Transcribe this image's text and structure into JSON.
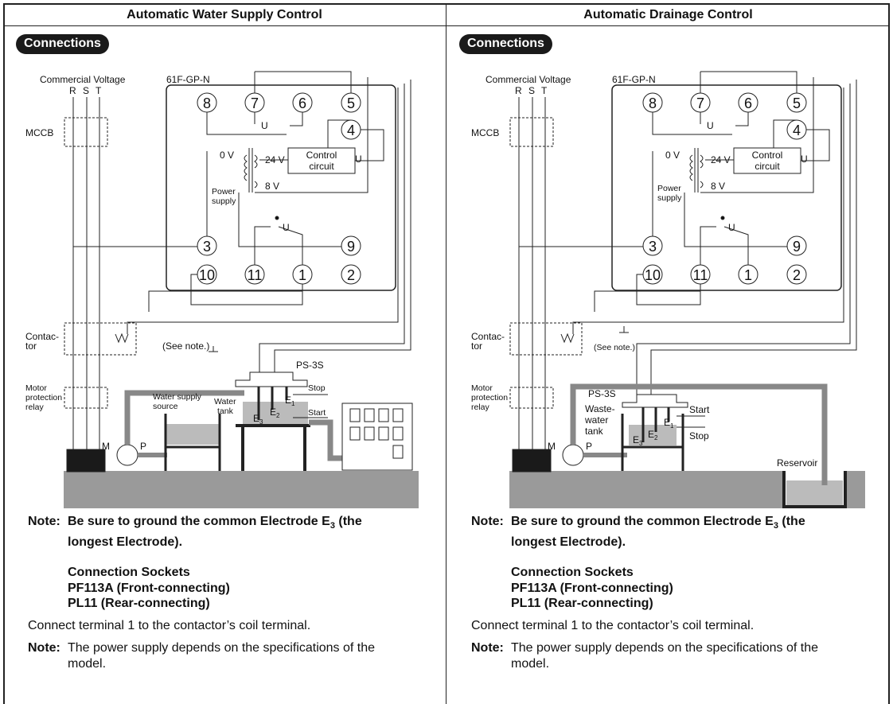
{
  "columns": [
    {
      "title": "Automatic Water Supply Control",
      "badge": "Connections",
      "diagram": {
        "commercial_voltage": "Commercial Voltage",
        "phase_r": "R",
        "phase_s": "S",
        "phase_t": "T",
        "mccb": "MCCB",
        "model": "61F-GP-N",
        "terminals": [
          "8",
          "7",
          "6",
          "5",
          "4",
          "3",
          "9",
          "10",
          "11",
          "1",
          "2"
        ],
        "switch_u": "U",
        "v0": "0 V",
        "v24": "24 V",
        "v8": "8 V",
        "control_line1": "Control",
        "control_line2": "circuit",
        "power_line1": "Power",
        "power_line2": "supply",
        "contactor_line1": "Contac-",
        "contactor_line2": "tor",
        "see_note": "(See note.)",
        "ps3s": "PS-3S",
        "motor_line1": "Motor",
        "motor_line2": "protection",
        "motor_line3": "relay",
        "m": "M",
        "p": "P",
        "e1": "E",
        "e1_sub": "1",
        "e2": "E",
        "e2_sub": "2",
        "e3": "E",
        "e3_sub": "3",
        "stop": "Stop",
        "start": "Start",
        "source_line1": "Water supply",
        "source_line2": "source",
        "tank_line1": "Water",
        "tank_line2": "tank"
      },
      "note1_label": "Note:",
      "note1_text_a": "Be sure to ground the common Electrode E",
      "note1_sub": "3",
      "note1_text_b": " (the",
      "note1_line2": "longest Electrode).",
      "sockets_title": "Connection Sockets",
      "socket1": "PF113A (Front-connecting)",
      "socket2": "PL11 (Rear-connecting)",
      "connect_text": "Connect terminal 1 to the contactor’s coil terminal.",
      "note2_label": "Note:",
      "note2_line1": "The power supply depends on the specifications of the",
      "note2_line2": "model."
    },
    {
      "title": "Automatic Drainage Control",
      "badge": "Connections",
      "diagram": {
        "commercial_voltage": "Commercial Voltage",
        "phase_r": "R",
        "phase_s": "S",
        "phase_t": "T",
        "mccb": "MCCB",
        "model": "61F-GP-N",
        "terminals": [
          "8",
          "7",
          "6",
          "5",
          "4",
          "3",
          "9",
          "10",
          "11",
          "1",
          "2"
        ],
        "switch_u": "U",
        "v0": "0 V",
        "v24": "24 V",
        "v8": "8 V",
        "control_line1": "Control",
        "control_line2": "circuit",
        "power_line1": "Power",
        "power_line2": "supply",
        "contactor_line1": "Contac-",
        "contactor_line2": "tor",
        "see_note": "(See note.)",
        "ps3s": "PS-3S",
        "motor_line1": "Motor",
        "motor_line2": "protection",
        "motor_line3": "relay",
        "m": "M",
        "p": "P",
        "e1": "E",
        "e1_sub": "1",
        "e2": "E",
        "e2_sub": "2",
        "e3": "E",
        "e3_sub": "3",
        "stop": "Stop",
        "start": "Start",
        "waste_line1": "Waste-",
        "waste_line2": "water",
        "waste_line3": "tank",
        "reservoir": "Reservoir"
      },
      "note1_label": "Note:",
      "note1_text_a": "Be sure to ground the common Electrode E",
      "note1_sub": "3",
      "note1_text_b": " (the",
      "note1_line2": "longest Electrode).",
      "sockets_title": "Connection Sockets",
      "socket1": "PF113A (Front-connecting)",
      "socket2": "PL11 (Rear-connecting)",
      "connect_text": "Connect terminal 1 to the contactor’s coil terminal.",
      "note2_label": "Note:",
      "note2_line1": "The power supply depends on the specifications of the",
      "note2_line2": "model."
    }
  ]
}
